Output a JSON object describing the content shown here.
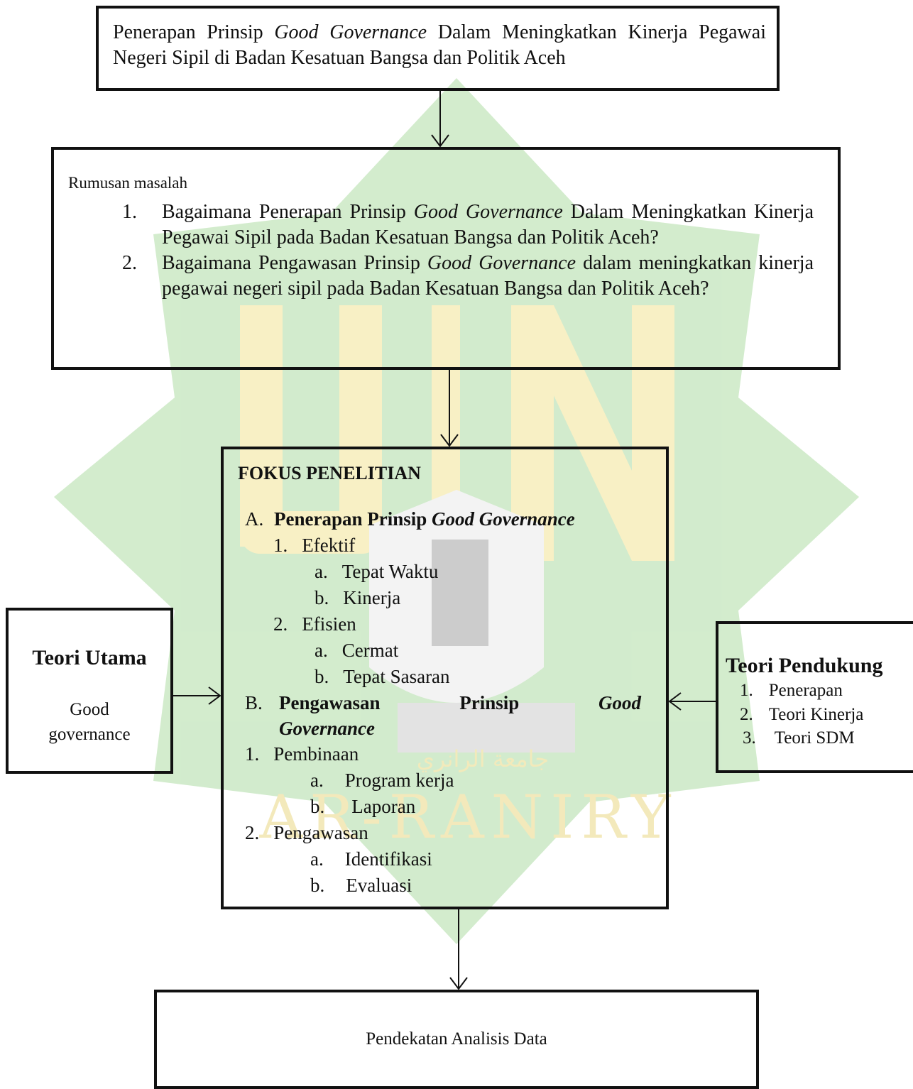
{
  "title_box": {
    "line1_a": "Penerapan Prinsip ",
    "line1_italic": "Good Governance",
    "line1_b": " Dalam Meningkatkan Kinerja Pegawai Negeri Sipil di Badan Kesatuan Bangsa dan Politik Aceh"
  },
  "rumusan": {
    "lead": "Rumusan masalah",
    "items": [
      {
        "num": "1.",
        "text_a": "Bagaimana Penerapan Prinsip ",
        "italic": "Good Governance",
        "text_b": " Dalam Meningkatkan Kinerja Pegawai Sipil pada Badan Kesatuan Bangsa dan Politik Aceh?"
      },
      {
        "num": "2.",
        "text_a": "Bagaimana Pengawasan Prinsip ",
        "italic": "Good Governance",
        "text_b": " dalam meningkatkan kinerja pegawai negeri sipil pada Badan Kesatuan Bangsa dan Politik Aceh?"
      }
    ]
  },
  "fokus": {
    "heading": "FOKUS PENELITIAN",
    "A": {
      "label": "A.",
      "text": "Penerapan Prinsip ",
      "italic": "Good Governance"
    },
    "A1": {
      "label": "1.",
      "text": "Efektif"
    },
    "A1a": {
      "label": "a.",
      "text": "Tepat Waktu"
    },
    "A1b": {
      "label": "b.",
      "text": "Kinerja"
    },
    "A2": {
      "label": "2.",
      "text": "Efisien"
    },
    "A2a": {
      "label": "a.",
      "text": "Cermat"
    },
    "A2b": {
      "label": "b.",
      "text": "Tepat Sasaran"
    },
    "B": {
      "label": "B.",
      "w1": "Pengawasan",
      "w2": "Prinsip",
      "w3": "Good",
      "line2": "Governance"
    },
    "B1": {
      "label": "1.",
      "text": "Pembinaan"
    },
    "B1a": {
      "label": "a.",
      "text": "Program kerja"
    },
    "B1b": {
      "label": "b.",
      "text": "Laporan"
    },
    "B2": {
      "label": "2.",
      "text": "Pengawasan"
    },
    "B2a": {
      "label": "a.",
      "text": "Identifikasi"
    },
    "B2b": {
      "label": "b.",
      "text": "Evaluasi"
    }
  },
  "teori_utama": {
    "title": "Teori Utama",
    "line1": "Good",
    "line2": "governance"
  },
  "teori_pendukung": {
    "title": "Teori Pendukung",
    "items": [
      {
        "num": "1.",
        "text": "Penerapan"
      },
      {
        "num": "2.",
        "text": "Teori Kinerja"
      },
      {
        "num": "3.",
        "text": "Teori SDM"
      }
    ]
  },
  "pendekatan": {
    "text": "Pendekatan Analisis Data"
  },
  "watermark": {
    "text": "AR-RANIRY",
    "arabic": "جامعة الرانري",
    "initials": "UIN",
    "colors": {
      "green": "#7cc576",
      "yellow": "#f3e28a",
      "shield": "#cfcfcf"
    }
  }
}
